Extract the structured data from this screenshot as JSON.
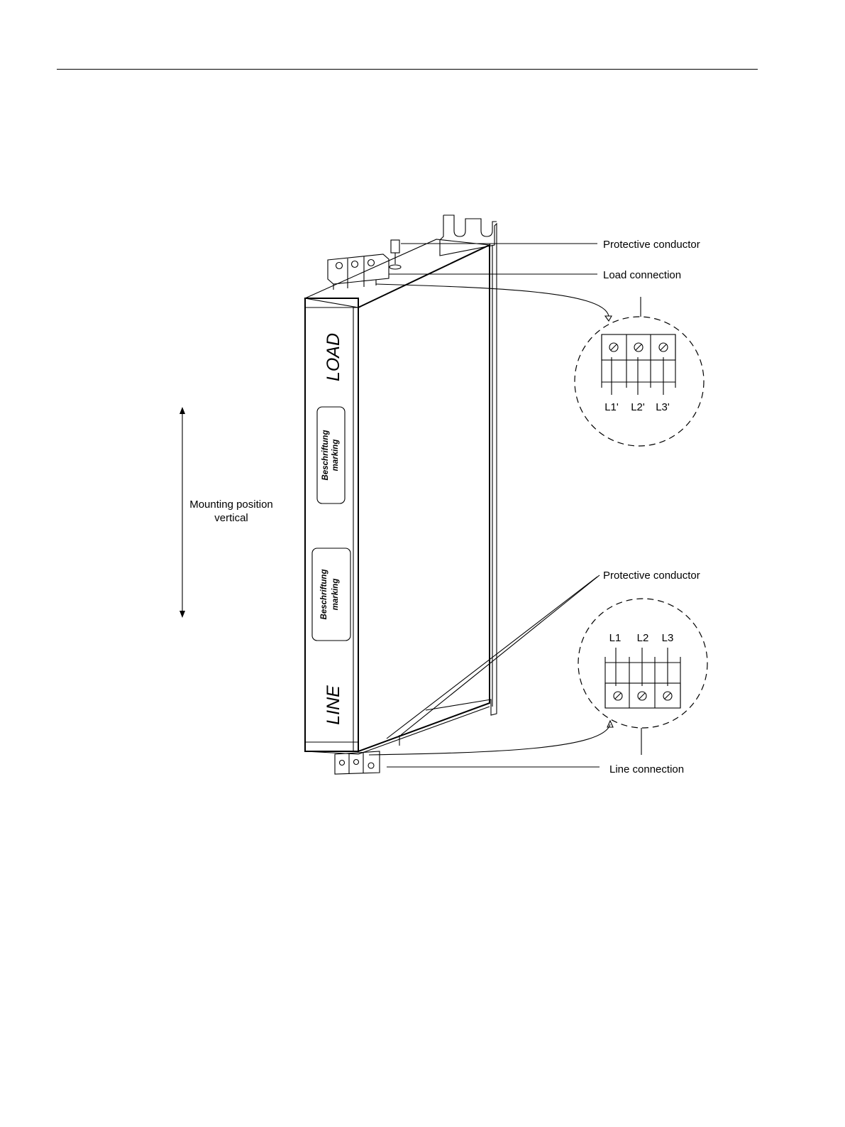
{
  "labels": {
    "protective_conductor_top": "Protective conductor",
    "load_connection": "Load connection",
    "protective_conductor_bottom": "Protective conductor",
    "line_connection": "Line connection",
    "mounting_line1": "Mounting position",
    "mounting_line2": "vertical"
  },
  "device": {
    "load_text": "LOAD",
    "line_text": "LINE",
    "plate1_line1": "Beschriftung",
    "plate1_line2": "marking",
    "plate2_line1": "Beschriftung",
    "plate2_line2": "marking"
  },
  "load_terminals": [
    "L1'",
    "L2'",
    "L3'"
  ],
  "line_terminals": [
    "L1",
    "L2",
    "L3"
  ]
}
